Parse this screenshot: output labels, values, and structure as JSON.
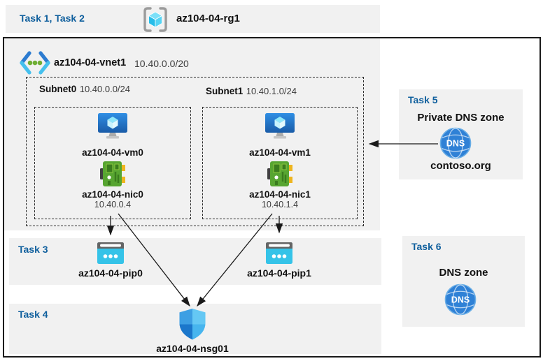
{
  "header": {
    "tasks_label": "Task 1, Task 2",
    "resource_group": "az104-04-rg1"
  },
  "vnet": {
    "name": "az104-04-vnet1",
    "cidr": "10.40.0.0/20"
  },
  "subnets": [
    {
      "name": "Subnet0",
      "cidr": "10.40.0.0/24",
      "vm": "az104-04-vm0",
      "nic": "az104-04-nic0",
      "ip": "10.40.0.4"
    },
    {
      "name": "Subnet1",
      "cidr": "10.40.1.0/24",
      "vm": "az104-04-vm1",
      "nic": "az104-04-nic1",
      "ip": "10.40.1.4"
    }
  ],
  "task3": {
    "label": "Task 3",
    "pip0": "az104-04-pip0",
    "pip1": "az104-04-pip1"
  },
  "task4": {
    "label": "Task 4",
    "nsg": "az104-04-nsg01"
  },
  "task5": {
    "label": "Task 5",
    "title": "Private DNS zone",
    "zone_name": "contoso.org"
  },
  "task6": {
    "label": "Task 6",
    "title": "DNS zone"
  },
  "icons": {
    "dns_label": "DNS"
  },
  "colors": {
    "task_label_blue": "#0f5f9d",
    "panel_gray": "#f1f1f1",
    "diagram_border": "#1a1a1a",
    "arrow_black": "#1a1a1a"
  }
}
